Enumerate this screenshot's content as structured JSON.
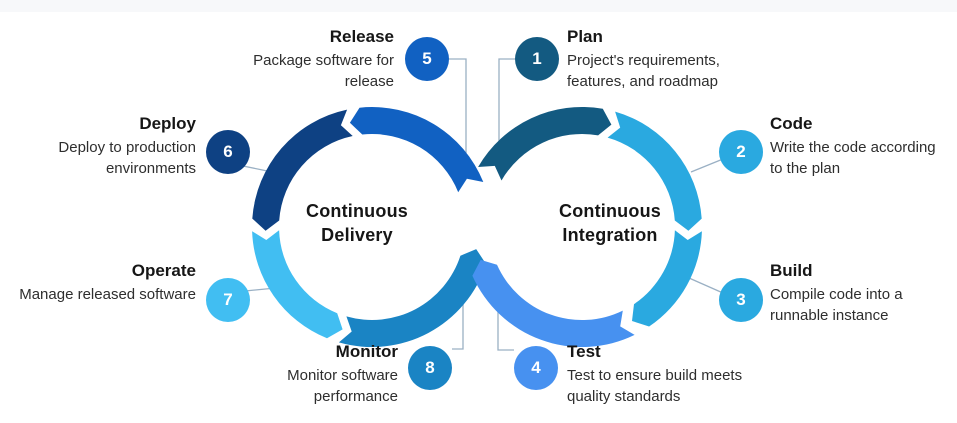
{
  "left_loop_title": "Continuous\nDelivery",
  "right_loop_title": "Continuous\nIntegration",
  "stages": [
    {
      "number": "1",
      "label": "Plan",
      "description": "Project's requirements,\nfeatures, and roadmap",
      "color": "#135a81"
    },
    {
      "number": "2",
      "label": "Code",
      "description": "Write the code according\nto the plan",
      "color": "#2aa9e0"
    },
    {
      "number": "3",
      "label": "Build",
      "description": "Compile code into a\nrunnable instance",
      "color": "#2aa9e0"
    },
    {
      "number": "4",
      "label": "Test",
      "description": "Test to ensure build meets\nquality standards",
      "color": "#4791f0"
    },
    {
      "number": "5",
      "label": "Release",
      "description": "Package software for\nrelease",
      "color": "#1161c2"
    },
    {
      "number": "6",
      "label": "Deploy",
      "description": "Deploy to production\nenvironments",
      "color": "#0e4183"
    },
    {
      "number": "7",
      "label": "Operate",
      "description": "Manage released software",
      "color": "#41bef2"
    },
    {
      "number": "8",
      "label": "Monitor",
      "description": "Monitor software\nperformance",
      "color": "#1a84c4"
    }
  ],
  "colors": {
    "connector": "#9ab0c4",
    "background": "#ffffff",
    "top_strip": "#f7f8fa",
    "label_text": "#161616",
    "description_text": "#2e2e2e"
  }
}
